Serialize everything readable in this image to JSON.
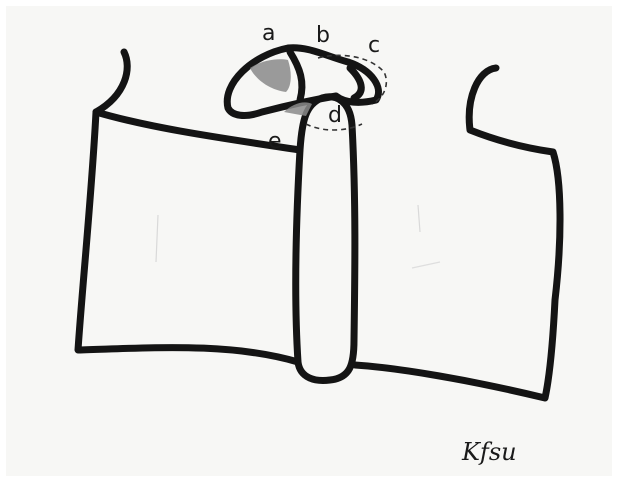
{
  "labels": {
    "a": "a",
    "b": "b",
    "c": "c",
    "d": "d",
    "e": "e"
  },
  "signature": "Kfsu",
  "colors": {
    "ink": "#141414",
    "paper": "#f7f7f5",
    "shading": "#8a8a8a"
  }
}
